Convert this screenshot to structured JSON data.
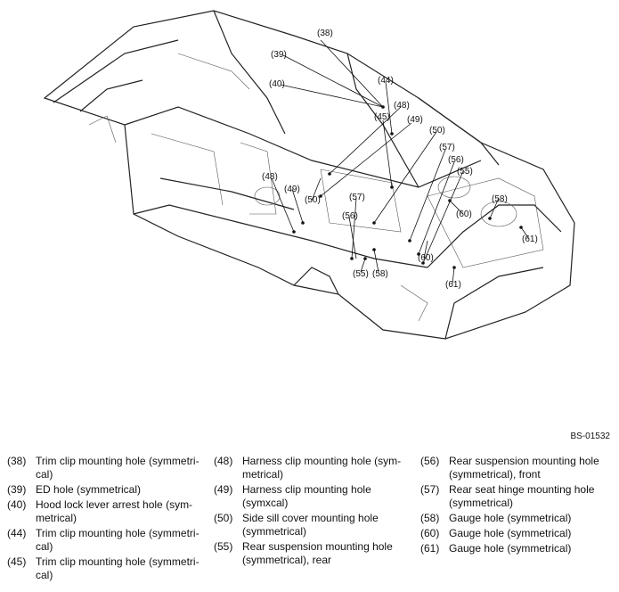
{
  "figure_id": "BS-01532",
  "callouts": [
    "(38)",
    "(39)",
    "(40)",
    "(44)",
    "(48)",
    "(45)",
    "(49)",
    "(50)",
    "(57)",
    "(56)",
    "(55)",
    "(48)",
    "(49)",
    "(50)",
    "(57)",
    "(56)",
    "(55)",
    "(58)",
    "(60)",
    "(58)",
    "(60)",
    "(61)",
    "(61)"
  ],
  "legend": [
    [
      {
        "num": "(38)",
        "text": "Trim clip mounting hole (symmetri-cal)"
      },
      {
        "num": "(39)",
        "text": "ED hole (symmetrical)"
      },
      {
        "num": "(40)",
        "text": "Hood lock lever arrest hole (sym-metrical)"
      },
      {
        "num": "(44)",
        "text": "Trim clip mounting hole (symmetri-cal)"
      },
      {
        "num": "(45)",
        "text": "Trim clip mounting hole (symmetri-cal)"
      }
    ],
    [
      {
        "num": "(48)",
        "text": "Harness clip mounting hole (sym-metrical)"
      },
      {
        "num": "(49)",
        "text": "Harness clip mounting hole (symxcal)"
      },
      {
        "num": "(50)",
        "text": "Side sill cover mounting hole (symmetrical)"
      },
      {
        "num": "(55)",
        "text": "Rear suspension mounting hole (symmetrical), rear"
      }
    ],
    [
      {
        "num": "(56)",
        "text": "Rear suspension mounting hole (symmetrical), front"
      },
      {
        "num": "(57)",
        "text": "Rear seat hinge mounting hole (symmetrical)"
      },
      {
        "num": "(58)",
        "text": "Gauge hole (symmetrical)"
      },
      {
        "num": "(60)",
        "text": "Gauge hole (symmetrical)"
      },
      {
        "num": "(61)",
        "text": "Gauge hole (symmetrical)"
      }
    ]
  ]
}
